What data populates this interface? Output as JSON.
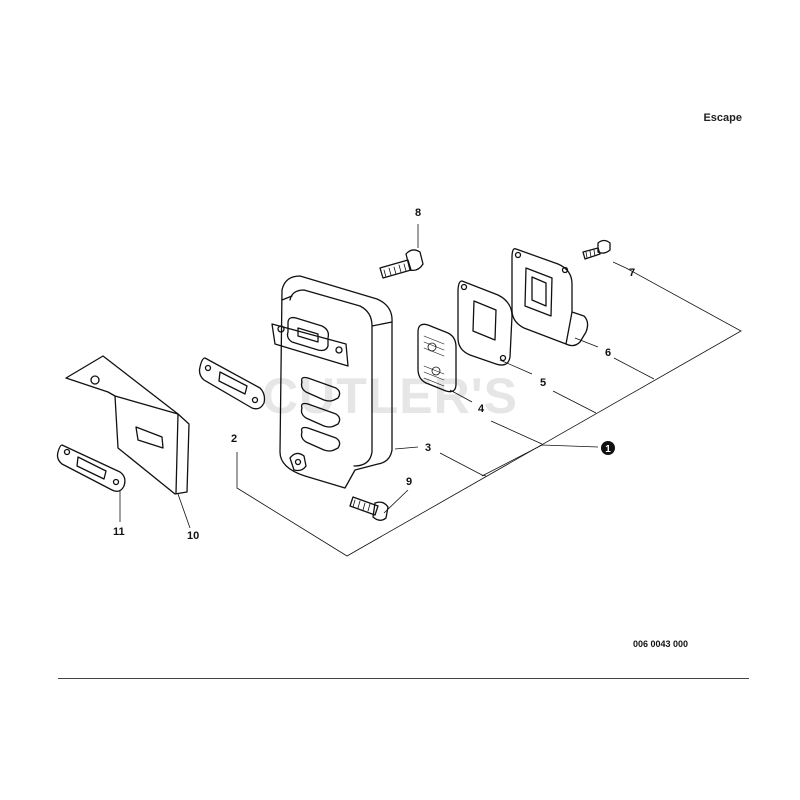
{
  "title": "Escape",
  "watermark": "CUTLER'S",
  "reference_code": "006 0043 000",
  "assembly_marker": "1",
  "callouts": [
    "2",
    "3",
    "4",
    "5",
    "6",
    "7",
    "8",
    "9",
    "10",
    "11"
  ]
}
